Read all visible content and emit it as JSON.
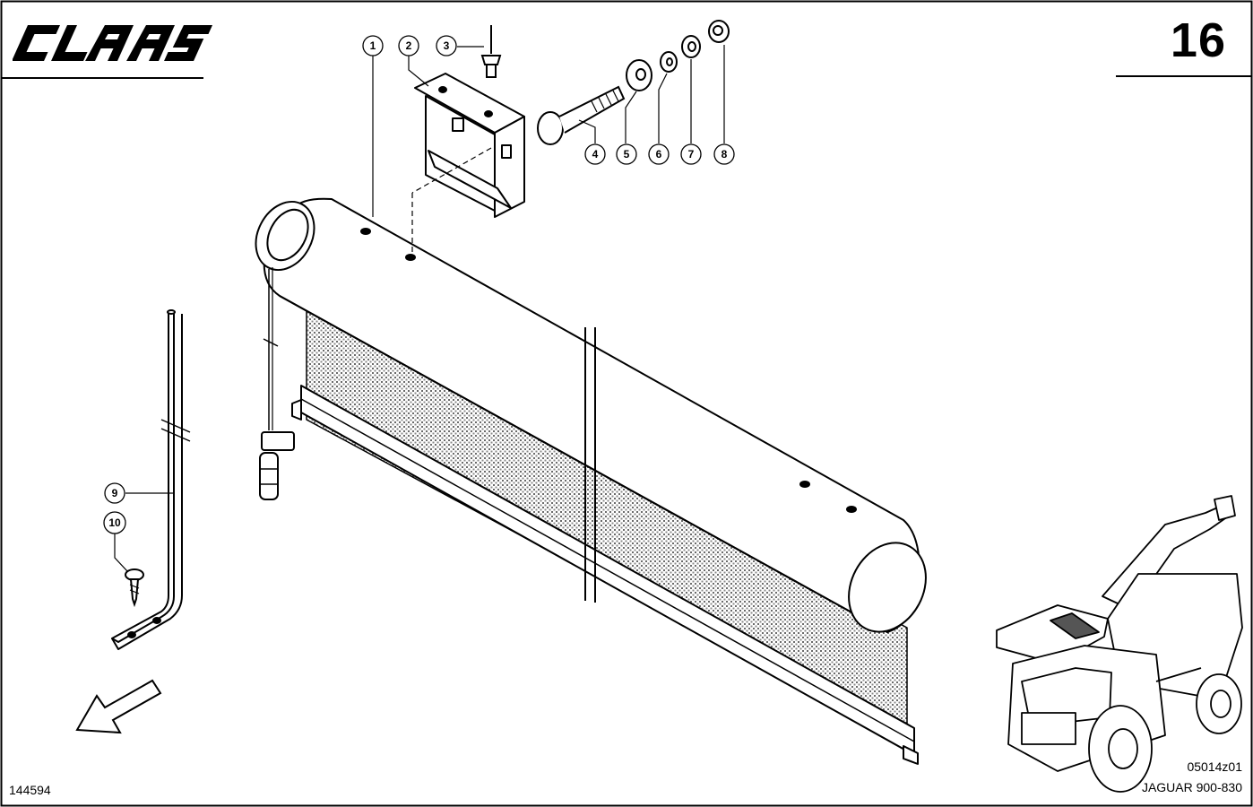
{
  "header": {
    "brand_logo": "CLAAS",
    "page_number": "16"
  },
  "callouts": [
    "1",
    "2",
    "3",
    "4",
    "5",
    "6",
    "7",
    "8",
    "9",
    "10"
  ],
  "footer": {
    "drawing_number": "144594",
    "image_code": "05014z01",
    "model": "JAGUAR 900-830"
  },
  "icons": {
    "direction": "arrow-icon",
    "machine": "forage-harvester-icon"
  }
}
